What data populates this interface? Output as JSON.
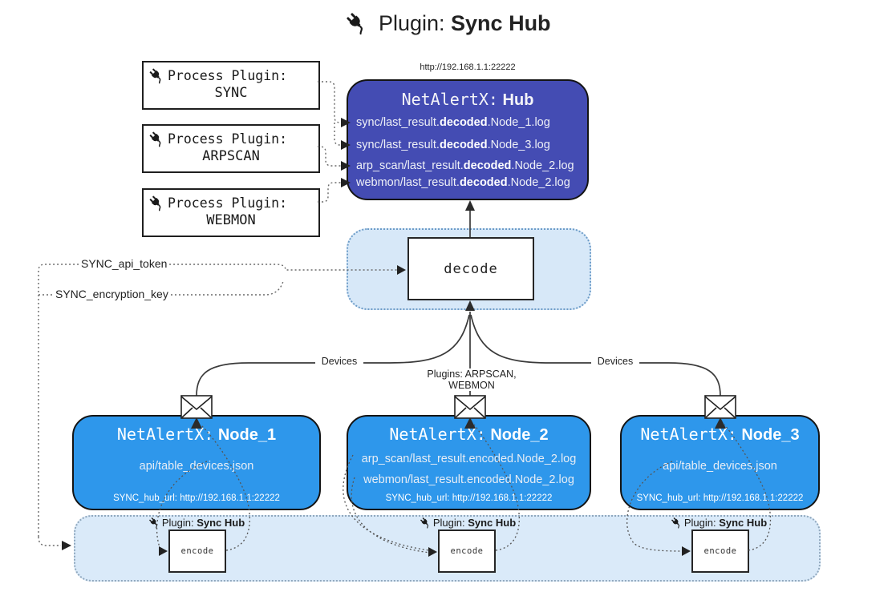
{
  "title": {
    "label": "Plugin:",
    "name": "Sync Hub"
  },
  "process_plugins": {
    "label": "Process Plugin:",
    "items": [
      {
        "name": "SYNC"
      },
      {
        "name": "ARPSCAN"
      },
      {
        "name": "WEBMON"
      }
    ]
  },
  "hub": {
    "url": "http://192.168.1.1:22222",
    "title_prefix": "NetAlertX:",
    "title_name": "Hub",
    "logs": [
      {
        "pre": "sync/last_result.",
        "em": "decoded",
        "post": ".Node_1.log"
      },
      {
        "pre": "sync/last_result.",
        "em": "decoded",
        "post": ".Node_3.log"
      },
      {
        "pre": "arp_scan/last_result.",
        "em": "decoded",
        "post": ".Node_2.log"
      },
      {
        "pre": "webmon/last_result.",
        "em": "decoded",
        "post": ".Node_2.log"
      }
    ]
  },
  "decode": {
    "label": "decode"
  },
  "settings": {
    "api_token": "SYNC_api_token",
    "encryption_key": "SYNC_encryption_key"
  },
  "edge_labels": {
    "devices_left": "Devices",
    "plugins_mid": "Plugins: ARPSCAN, WEBMON",
    "devices_right": "Devices"
  },
  "nodes": [
    {
      "title_prefix": "NetAlertX:",
      "title_name": "Node_1",
      "files": [
        "api/table_devices.json"
      ],
      "hub_url": "SYNC_hub_url: http://192.168.1.1:22222"
    },
    {
      "title_prefix": "NetAlertX:",
      "title_name": "Node_2",
      "files": [
        "arp_scan/last_result.encoded.Node_2.log",
        "webmon/last_result.encoded.Node_2.log"
      ],
      "hub_url": "SYNC_hub_url: http://192.168.1.1:22222"
    },
    {
      "title_prefix": "NetAlertX:",
      "title_name": "Node_3",
      "files": [
        "api/table_devices.json"
      ],
      "hub_url": "SYNC_hub_url: http://192.168.1.1:22222"
    }
  ],
  "encode": {
    "plugin_label": "Plugin:",
    "plugin_name": "Sync Hub",
    "box_label": "encode"
  },
  "colors": {
    "hub_bg": "#444CB3",
    "node_bg": "#2E97EB",
    "decode_panel_bg": "#D7E8F8",
    "encode_band_bg": "#DAEAF9",
    "line": "#3a3a3a"
  }
}
